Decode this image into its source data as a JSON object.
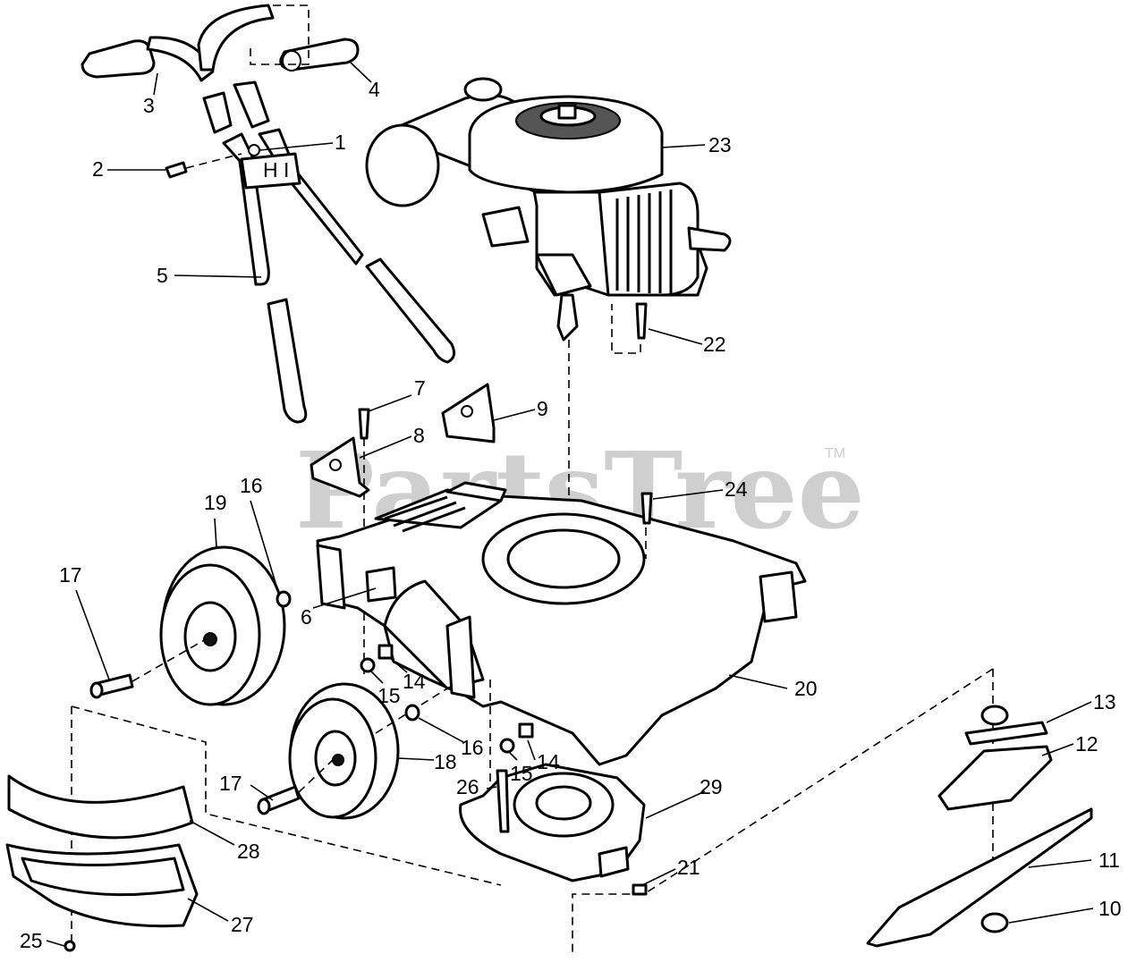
{
  "watermark": {
    "text": "PartsTree",
    "trademark": "TM"
  },
  "callouts": [
    "1",
    "2",
    "3",
    "4",
    "5",
    "6",
    "7",
    "8",
    "9",
    "10",
    "11",
    "12",
    "13",
    "14",
    "14",
    "15",
    "15",
    "16",
    "16",
    "17",
    "17",
    "18",
    "19",
    "20",
    "21",
    "22",
    "23",
    "24",
    "25",
    "26",
    "27",
    "28",
    "29"
  ]
}
